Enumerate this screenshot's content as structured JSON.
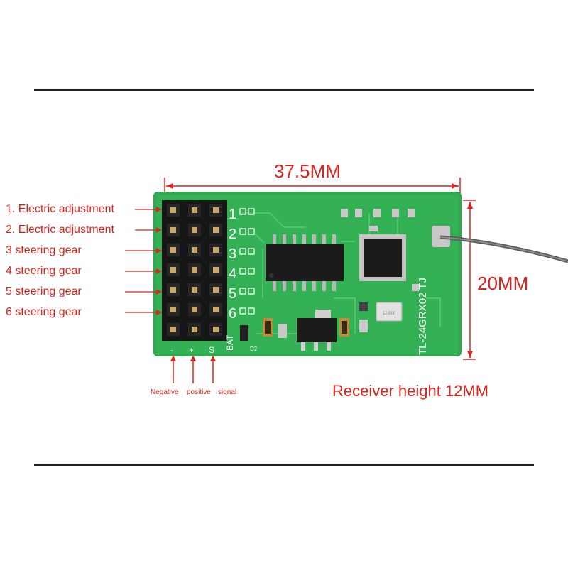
{
  "pin_labels": [
    "1. Electric adjustment",
    "2. Electric adjustment",
    "3 steering gear",
    "4 steering gear",
    "5 steering gear",
    "6 steering gear"
  ],
  "dimensions": {
    "width": "37.5MM",
    "height": "20MM",
    "receiver_height": "Receiver height 12MM"
  },
  "polarity": {
    "negative": "Negative",
    "positive": "positive",
    "signal": "signal"
  },
  "board": {
    "channel_numbers": [
      "1",
      "2",
      "3",
      "4",
      "5",
      "6"
    ],
    "bat_label": "BAT",
    "minus_mark": "-",
    "plus_mark": "+",
    "signal_mark": "S",
    "d2_label": "D2",
    "model_label": "TL-24GRX02 TJ",
    "crystal_label": "12.000"
  },
  "colors": {
    "annotation_red": "#d7261e",
    "pcb_green": "#2fa84f",
    "pcb_dark_green": "#238a3e",
    "chip_black": "#1b1b1b",
    "header_black": "#161616",
    "pin_gold": "#c9a66a"
  }
}
